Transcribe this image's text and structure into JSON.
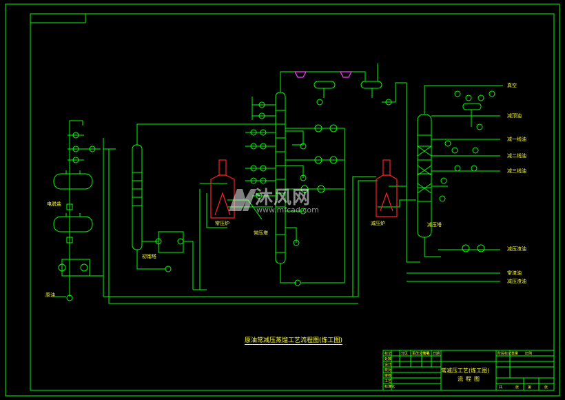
{
  "drawing": {
    "title_caption": "原油常减压蒸馏工艺流程图(炼工图)",
    "labels": {
      "electric_desalter": "电脱盐",
      "crude_oil": "原油",
      "flash_tower": "初馏塔",
      "atm_furnace": "常压炉",
      "atm_tower": "常压塔",
      "vac_furnace": "减压炉",
      "vac_tower": "减压塔",
      "vacuum": "真空",
      "top_reduced": "减顶油",
      "vac_side_1": "减一线油",
      "vac_side_2": "减二线油",
      "vac_side_3": "减三线油",
      "wash_oil": "减压渣油",
      "residue": "常渣油",
      "vac_residue": "减压渣油"
    },
    "title_block": {
      "main_title": "常减压工艺(炼工图)",
      "sub_title": "流程图",
      "left_cells": [
        "标记",
        "处数",
        "设计",
        "校对",
        "审核",
        "工艺",
        "标准化"
      ],
      "mid_cells": [
        "分区",
        "更改文件号",
        "签名",
        "日期"
      ],
      "right_cells": [
        "阶段标记",
        "重量",
        "比例",
        "共",
        "张",
        "第",
        "张"
      ]
    }
  },
  "watermark": {
    "text": "沐风网",
    "url": "www.mfcad.com"
  },
  "colors": {
    "background": "#000000",
    "lines": "#00ff00",
    "text": "#ffff3c",
    "furnace": "#ff2020",
    "accent": "#ff40ff"
  }
}
